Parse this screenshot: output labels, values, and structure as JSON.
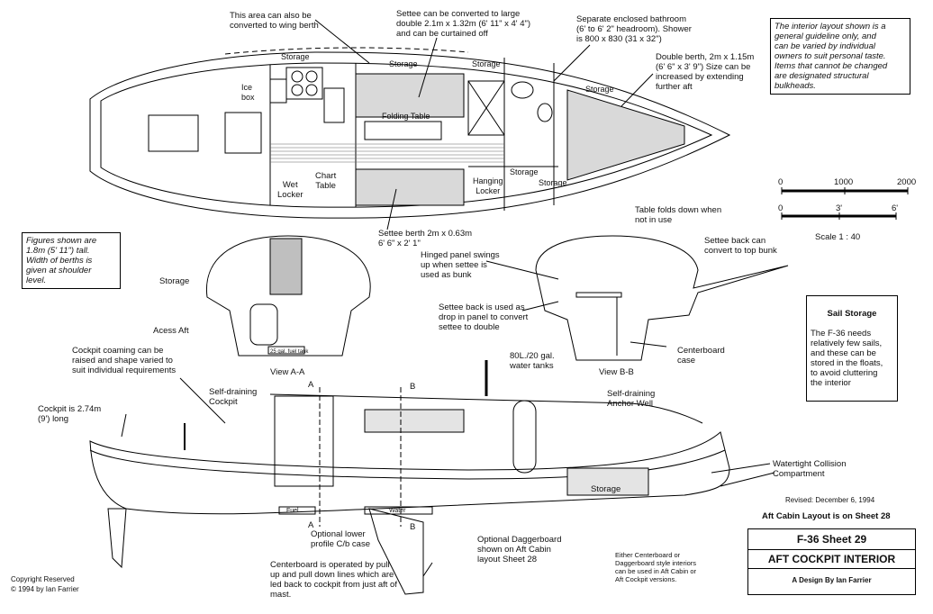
{
  "notes": {
    "wing_berth": "This area can also be\nconverted to wing berth",
    "settee_convert": "Settee can be converted to large\ndouble 2.1m x 1.32m (6' 11\" x 4' 4\")\nand can be curtained off",
    "bathroom": "Separate enclosed bathroom\n(6' to 6' 2\" headroom). Shower\nis 800 x 830 (31 x 32\")",
    "double_berth": "Double berth, 2m x 1.15m\n(6' 6\" x 3' 9\") Size can be\nincreased by extending\nfurther aft",
    "interior_guideline": "The interior layout shown is a\ngeneral guideline only, and\ncan be varied by individual\nowners to suit personal taste.\nItems that cannot be changed\nare  designated structural\nbulkheads.",
    "settee_berth": "Settee berth 2m x 0.63m\n6' 6\" x 2' 1\"",
    "figures": "Figures shown are\n1.8m (5' 11\") tall.\nWidth of berths is\ngiven at shoulder\nlevel.",
    "table_folds": "Table folds down when\nnot in use",
    "settee_back": "Settee back can\nconvert to top bunk",
    "hinged_panel": "Hinged panel swings\nup when settee is\nused as bunk",
    "settee_back_drop": "Settee back is used as\ndrop in panel to convert\nsettee to double",
    "water_tanks": "80L./20 gal.\nwater tanks",
    "centerboard_case": "Centerboard\ncase",
    "cockpit_coaming": "Cockpit coaming can be\nraised and shape varied to\nsuit individual requirements",
    "self_draining_cockpit": "Self-draining\nCockpit",
    "cockpit_length": "Cockpit is  2.74m\n(9') long",
    "anchor_well": "Self-draining\nAnchor Well",
    "collision": "Watertight Collision\nCompartment",
    "revised": "Revised: December 6, 1994",
    "aft_cabin_note": "Aft Cabin Layout is on Sheet 28",
    "optional_cb": "Optional lower\nprofile C/b case",
    "optional_daggerboard": "Optional Daggerboard\nshown on Aft Cabin\nlayout Sheet 28",
    "centerboard_op": "Centerboard is operated by pull\nup and pull down lines which are\nled back to cockpit from just aft of\nmast.",
    "either_cb": "Either Centerboard or\nDaggerboard style interiors\ncan be used in Aft Cabin or\nAft Cockpit versions.",
    "copyright": "Copyright Reserved\n© 1994 by Ian Farrier"
  },
  "rooms": {
    "storage": "Storage",
    "ice_box": "Ice\nbox",
    "folding_table": "Folding Table",
    "wet_locker": "Wet\nLocker",
    "chart_table": "Chart\nTable",
    "hanging_locker": "Hanging\nLocker"
  },
  "sail_storage": {
    "title": "Sail Storage",
    "text": "The F-36 needs\nrelatively few sails,\nand these can be\nstored in the floats,\nto avoid cluttering\nthe interior"
  },
  "scale": {
    "metric_ticks": [
      "0",
      "1000",
      "2000"
    ],
    "imperial_ticks": [
      "0",
      "3'",
      "6'"
    ],
    "label": "Scale 1 : 40"
  },
  "views": {
    "aa": "View A-A",
    "bb": "View B-B",
    "section_a": "A",
    "section_b": "B",
    "access_aft": "Acess Aft",
    "fuel_tank": "25 gal. fuel tank",
    "fuel": "Fuel",
    "water": "Water"
  },
  "title_block": {
    "sheet": "F-36 Sheet 29",
    "name": "AFT COCKPIT INTERIOR",
    "designer": "A Design By Ian Farrier"
  }
}
